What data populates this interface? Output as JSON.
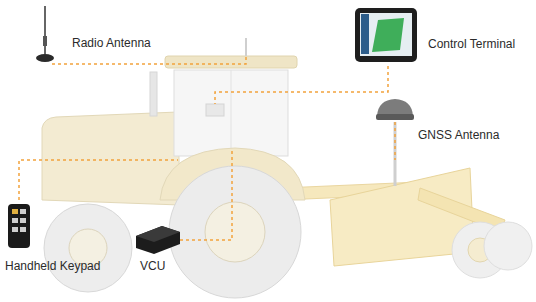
{
  "diagram": {
    "labels": [
      "Radio Antenna",
      "Control Terminal",
      "GNSS Antenna",
      "Handheld Keypad",
      "VCU"
    ]
  }
}
